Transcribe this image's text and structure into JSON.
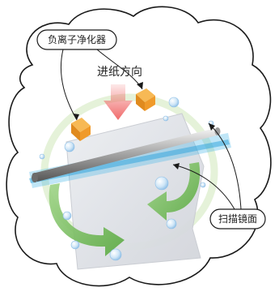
{
  "labels": {
    "ionizer": "负离子净化器",
    "feed_direction": "进纸方向",
    "scan_mirror": "扫描镜面"
  },
  "colors": {
    "cloud_outline": "#1a1a1a",
    "ionizer": "#f0a030",
    "feed_arrow": "#f06a6a",
    "scan_beam": "#4ab8e8",
    "rotation_arrow": "#6ab04c",
    "paper": "#d9dbe0",
    "bubble": "#cfe6f7"
  },
  "icons": {
    "ionizer": "orange-cube-icon",
    "feed_direction": "down-arrow-icon",
    "rotation": "curved-arrow-icon",
    "bubble": "bubble-icon"
  }
}
